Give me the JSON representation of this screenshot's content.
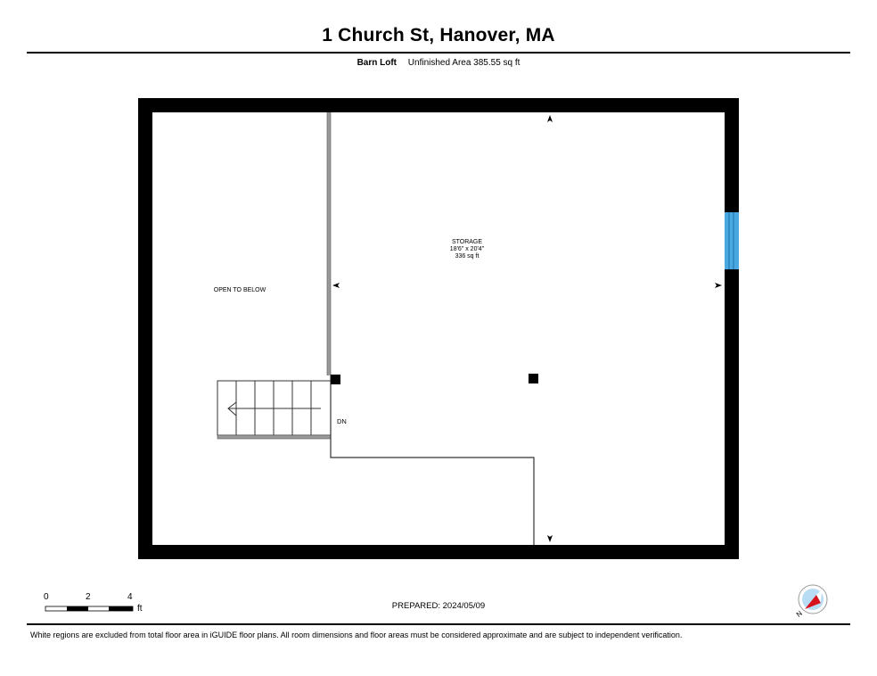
{
  "header": {
    "title": "1 Church St, Hanover, MA",
    "level_name": "Barn Loft",
    "area_summary": "Unfinished Area 385.55 sq ft"
  },
  "rooms": [
    {
      "name": "STORAGE",
      "dimensions": "18'6\" x 20'4\"",
      "area": "336 sq ft"
    },
    {
      "name": "OPEN TO BELOW"
    }
  ],
  "stairs": {
    "label": "DN"
  },
  "scale_bar": {
    "ticks": [
      "0",
      "2",
      "4"
    ],
    "unit": "ft"
  },
  "prepared": "PREPARED: 2024/05/09",
  "compass": {
    "label": "N"
  },
  "disclaimer": "White regions are excluded from total floor area in iGUIDE floor plans. All room dimensions and floor areas must be considered approximate and are subject to independent verification.",
  "colors": {
    "wall": "#000000",
    "window": "#4aa8e0",
    "compass_fill": "#b8dcf4",
    "compass_needle": "#d8121c",
    "railing": "#9a9a9a"
  }
}
